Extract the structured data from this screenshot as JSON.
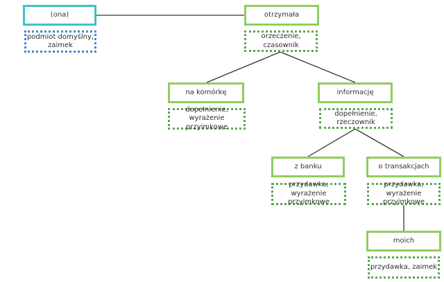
{
  "colors": {
    "word_border": "#8fcd5d",
    "subject_border": "#3cc3c9",
    "tag_border": "#5aa654",
    "subject_tag_border": "#3f87d2",
    "edge": "#333333"
  },
  "nodes": [
    {
      "id": "ona",
      "word": "(ona)",
      "tag": "podmiot domyślny, zaimek",
      "kind": "subject"
    },
    {
      "id": "otrzymala",
      "word": "otrzymała",
      "tag": "orzeczenie, czasownik",
      "kind": "predicate"
    },
    {
      "id": "na_komorke",
      "word": "na komórkę",
      "tag": "dopełnienie, wyrażenie przyimkowe",
      "kind": "complement"
    },
    {
      "id": "informacje",
      "word": "informację",
      "tag": "dopełnienie, rzeczownik",
      "kind": "complement"
    },
    {
      "id": "z_banku",
      "word": "z banku",
      "tag": "przydawka, wyrażenie przyimkowe",
      "kind": "attribute"
    },
    {
      "id": "o_transakcjach",
      "word": "o transakcjach",
      "tag": "przydawka, wyrażenie przyimkowe",
      "kind": "attribute"
    },
    {
      "id": "moich",
      "word": "moich",
      "tag": "przydawka, zaimek",
      "kind": "attribute"
    }
  ],
  "edges": [
    {
      "from": "ona",
      "to": "otrzymala"
    },
    {
      "from": "otrzymala",
      "to": "na_komorke"
    },
    {
      "from": "otrzymala",
      "to": "informacje"
    },
    {
      "from": "informacje",
      "to": "z_banku"
    },
    {
      "from": "informacje",
      "to": "o_transakcjach"
    },
    {
      "from": "o_transakcjach",
      "to": "moich"
    }
  ]
}
